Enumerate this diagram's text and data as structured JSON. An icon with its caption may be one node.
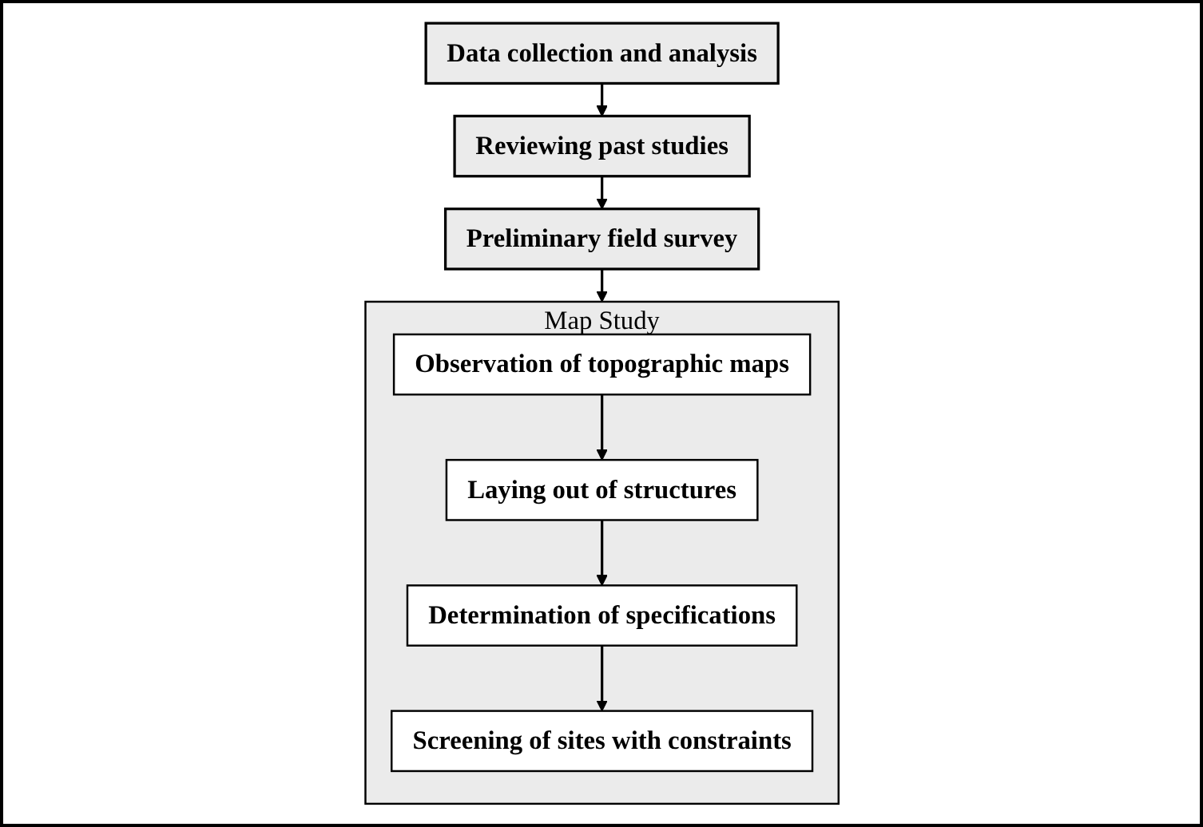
{
  "diagram": {
    "nodes": [
      {
        "text": [
          "Data collection and analysis"
        ]
      },
      {
        "text": [
          "Reviewing past studies"
        ]
      },
      {
        "text": [
          "Preliminary field survey"
        ]
      },
      {
        "text": [
          "Map Study"
        ]
      },
      {
        "text": [
          "Observation of topographic maps"
        ],
        "in": 3
      },
      {
        "text": [
          "Laying out of structures"
        ],
        "in": 3
      },
      {
        "text": [
          "Determination of specifications"
        ],
        "in": 3
      },
      {
        "text": [
          "Screening of sites with constraints"
        ],
        "in": 3
      }
    ],
    "edges": [
      {
        "from": 0,
        "to": 1,
        "arrow": "to"
      },
      {
        "from": 1,
        "to": 2,
        "arrow": "to"
      },
      {
        "from": 2,
        "to": 3,
        "arrow": "to"
      },
      {
        "from": 4,
        "to": 5,
        "arrow": "to"
      },
      {
        "from": 5,
        "to": 6,
        "arrow": "to"
      },
      {
        "from": 6,
        "to": 7,
        "arrow": "to"
      }
    ]
  }
}
